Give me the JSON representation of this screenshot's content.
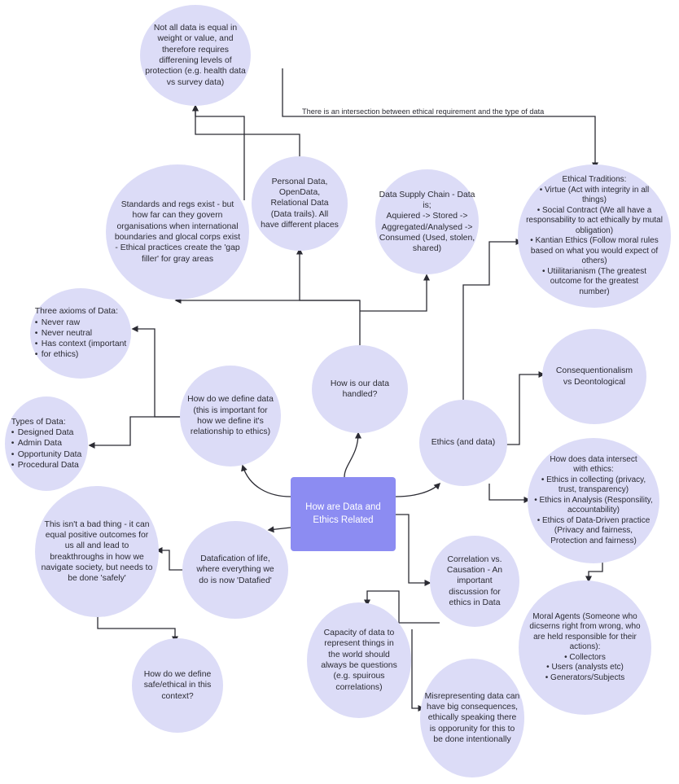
{
  "center": {
    "lines": [
      "How are Data and",
      "Ethics Related"
    ]
  },
  "nodes": {
    "equal_weight": {
      "lines": [
        "Not all data is equal in",
        "weight or value, and",
        "therefore requires",
        "differening levels of",
        "protection (e.g. health data",
        "vs survey data)"
      ]
    },
    "standards": {
      "lines": [
        "Standards and regs exist - but",
        "how far can they govern",
        "organisations when international",
        "boundaries and glocal corps exist",
        "- Ethical practices create the 'gap",
        "filler' for  gray areas"
      ]
    },
    "personal_data": {
      "lines": [
        "Personal Data,",
        "OpenData,",
        "Relational Data",
        "(Data trails). All",
        "have different places"
      ]
    },
    "supply_chain": {
      "lines": [
        "Data Supply Chain - Data",
        "is;",
        "Aquiered -> Stored ->",
        "Aggregated/Analysed ->",
        "Consumed (Used, stolen,",
        "shared)"
      ]
    },
    "ethical_traditions": {
      "title": "Ethical Traditions:",
      "lines": [
        "• Virtue (Act with integrity in all",
        "things)",
        "• Social Contract (We all have a",
        "responsability to act ethically by mutal",
        "obligation)",
        "• Kantian Ethics (Follow moral rules",
        "based on what you would expect of",
        "others)",
        "• Utiilitarianism (The greatest",
        "outcome for the greatest",
        "number)"
      ]
    },
    "three_axioms": {
      "title": "Three axioms of Data:",
      "items": [
        "Never raw",
        "Never neutral",
        "Has context  (important",
        "for ethics)"
      ]
    },
    "define_data": {
      "lines": [
        "How do we define data",
        "(this is important for",
        "how we define it's",
        "relationship to ethics)"
      ]
    },
    "handled": {
      "lines": [
        "How is our data",
        "handled?"
      ]
    },
    "consequentionalism": {
      "lines": [
        "Consequentionalism",
        "vs Deontological"
      ]
    },
    "types_of_data": {
      "title": "Types of Data:",
      "items": [
        "Designed Data",
        "Admin Data",
        "Opportunity Data",
        "Procedural Data"
      ]
    },
    "ethics_and_data": {
      "lines": [
        "Ethics (and data)"
      ]
    },
    "intersect": {
      "lines": [
        "How does data intersect",
        "with ethics:",
        "• Ethics in collecting (privacy,",
        "trust, transparency)",
        "• Ethics in Analysis (Responsility,",
        "accountability)",
        "•  Ethics of Data-Driven practice",
        "(Privacy and fairness,",
        "Protection and fairness)"
      ]
    },
    "not_bad": {
      "lines": [
        "This isn't a bad thing - it can",
        "equal positive outcomes for",
        "us all and lead to",
        "breakthroughs in how we",
        "navigate society, but needs to",
        "be done 'safely'"
      ]
    },
    "datafication": {
      "lines": [
        "Datafication of life,",
        "where everything we",
        "do is now 'Datafied'"
      ]
    },
    "correlation": {
      "lines": [
        "Correlation vs.",
        "Causation - An",
        "important",
        "discussion for",
        "ethics in Data"
      ]
    },
    "moral_agents": {
      "lines": [
        "Moral Agents (Someone who",
        "dicserns right from wrong, who",
        "are held responsible for their",
        "actions):",
        "• Collectors",
        "• Users (analysts etc)",
        "• Generators/Subjects"
      ]
    },
    "capacity": {
      "lines": [
        "Capacity of data to",
        "represent things in",
        "the world should",
        "always be questions",
        "(e.g. spuirous",
        "correlations)"
      ]
    },
    "safe_ethical": {
      "lines": [
        "How do we define",
        "safe/ethical in this",
        "context?"
      ]
    },
    "misrepresenting": {
      "lines": [
        "Misrepresenting data can",
        "have big consequences,",
        "ethically speaking there",
        "is opporunity for this to",
        "be done intentionally"
      ]
    }
  },
  "edge_label": "There is an intersection between ethical requirement and the type of data",
  "colors": {
    "node_fill": "#dcdcf7",
    "center_fill": "#8c8cf2",
    "line": "#2b2b33"
  }
}
